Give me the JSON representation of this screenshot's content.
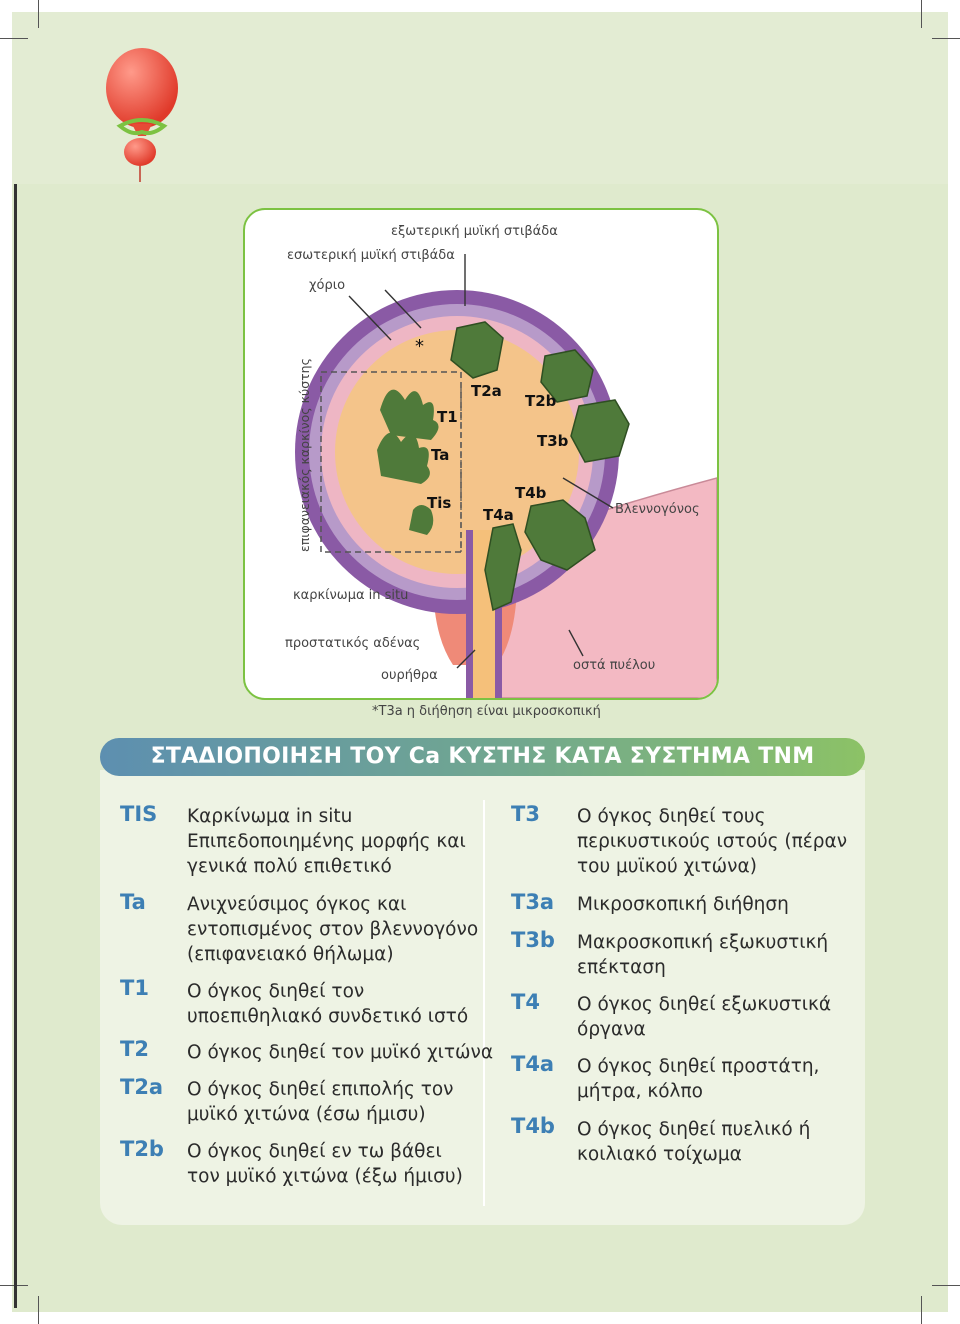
{
  "figure": {
    "labels": {
      "outer_muscle": "εξωτερική μυϊκή στιβάδα",
      "inner_muscle": "εσωτερική μυϊκή στιβάδα",
      "chorion": "χόριο",
      "superficial_cancer": "επιφανειακός καρκίνος κύστης",
      "mucosa": "Βλεννογόνος",
      "cis": "καρκίνωμα in situ",
      "prostate": "προστατικός αδένας",
      "urethra": "ουρήθρα",
      "pelvic_bones": "οστά πυέλου",
      "asterisk": "*"
    },
    "stages": {
      "t2a": "T2a",
      "t2b": "T2b",
      "t1": "T1",
      "t3b": "T3b",
      "ta": "Ta",
      "tis": "Tis",
      "t4b": "T4b",
      "t4a": "T4a"
    },
    "footnote": "*T3a η διήθηση είναι μικροσκοπική",
    "colors": {
      "outer_muscle": "#8a5aa5",
      "inner_muscle": "#b79ac9",
      "chorion": "#eeb6c4",
      "lumen": "#f4c48a",
      "tumor": "#4f7a3a",
      "urethra": "#f5c07a",
      "prostate": "#ef8a78",
      "bone": "#f3b9c3",
      "frame": "#7cc242"
    }
  },
  "table": {
    "title": "ΣΤΑΔΙΟΠΟΙΗΣΗ ΤΟΥ Ca ΚΥΣΤΗΣ ΚΑΤΑ ΣΥΣΤΗΜΑ TNM",
    "left": [
      {
        "code": "TIS",
        "desc": "Καρκίνωμα in situ\nΕπιπεδοποιημένης μορφής και\nγενικά πολύ επιθετικό"
      },
      {
        "code": "Ta",
        "desc": "Ανιχνεύσιμος όγκος και\nεντοπισμένος στον βλεννογόνο\n(επιφανειακό θήλωμα)"
      },
      {
        "code": "T1",
        "desc": "Ο όγκος διηθεί τον\nυποεπιθηλιακό συνδετικό ιστό"
      },
      {
        "code": "T2",
        "desc": "Ο όγκος διηθεί τον μυϊκό χιτώνα"
      },
      {
        "code": "T2a",
        "desc": "Ο όγκος διηθεί επιπολής τον\nμυϊκό χιτώνα (έσω ήμισυ)"
      },
      {
        "code": "T2b",
        "desc": "Ο όγκος διηθεί εν τω βάθει\nτον μυϊκό χιτώνα (έξω ήμισυ)"
      }
    ],
    "right": [
      {
        "code": "T3",
        "desc": "Ο όγκος διηθεί τους\nπερικυστικούς ιστούς (πέραν\nτου μυϊκού χιτώνα)"
      },
      {
        "code": "T3a",
        "desc": "Μικροσκοπική διήθηση"
      },
      {
        "code": "T3b",
        "desc": "Μακροσκοπική εξωκυστική\nεπέκταση"
      },
      {
        "code": "T4",
        "desc": "Ο όγκος διηθεί εξωκυστικά\nόργανα"
      },
      {
        "code": "T4a",
        "desc": "Ο όγκος διηθεί προστάτη,\nμήτρα, κόλπο"
      },
      {
        "code": "T4b",
        "desc": "Ο όγκος διηθεί πυελικό ή\nκοιλιακό τοίχωμα"
      }
    ]
  }
}
